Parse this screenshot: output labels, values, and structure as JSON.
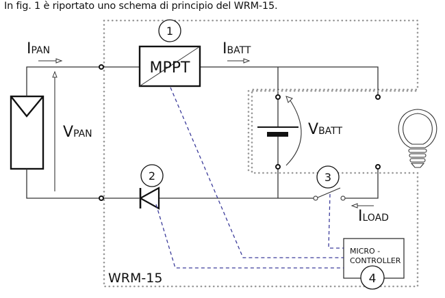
{
  "caption": "In fig. 1 è riportato uno schema di principio del WRM-15.",
  "labels": {
    "i_pan": {
      "main": "I",
      "sub": "PAN"
    },
    "v_pan": {
      "main": "V",
      "sub": "PAN"
    },
    "i_batt": {
      "main": "I",
      "sub": "BATT"
    },
    "v_batt": {
      "main": "V",
      "sub": "BATT"
    },
    "i_load": {
      "main": "I",
      "sub": "LOAD"
    },
    "mppt": "MPPT",
    "micro_line1": "MICRO -",
    "micro_line2": "CONTROLLER",
    "device_name": "WRM-15"
  },
  "callouts": [
    "1",
    "2",
    "3",
    "4"
  ],
  "components": [
    {
      "id": "solar-panel",
      "label": "solar panel"
    },
    {
      "id": "mppt",
      "callout": "1"
    },
    {
      "id": "diode",
      "callout": "2"
    },
    {
      "id": "load-switch",
      "callout": "3"
    },
    {
      "id": "microcontroller",
      "callout": "4"
    },
    {
      "id": "battery"
    },
    {
      "id": "lamp-load"
    }
  ],
  "colors": {
    "wire": "#333333",
    "control_line": "#3b3b9a",
    "boundary": "#999999"
  }
}
